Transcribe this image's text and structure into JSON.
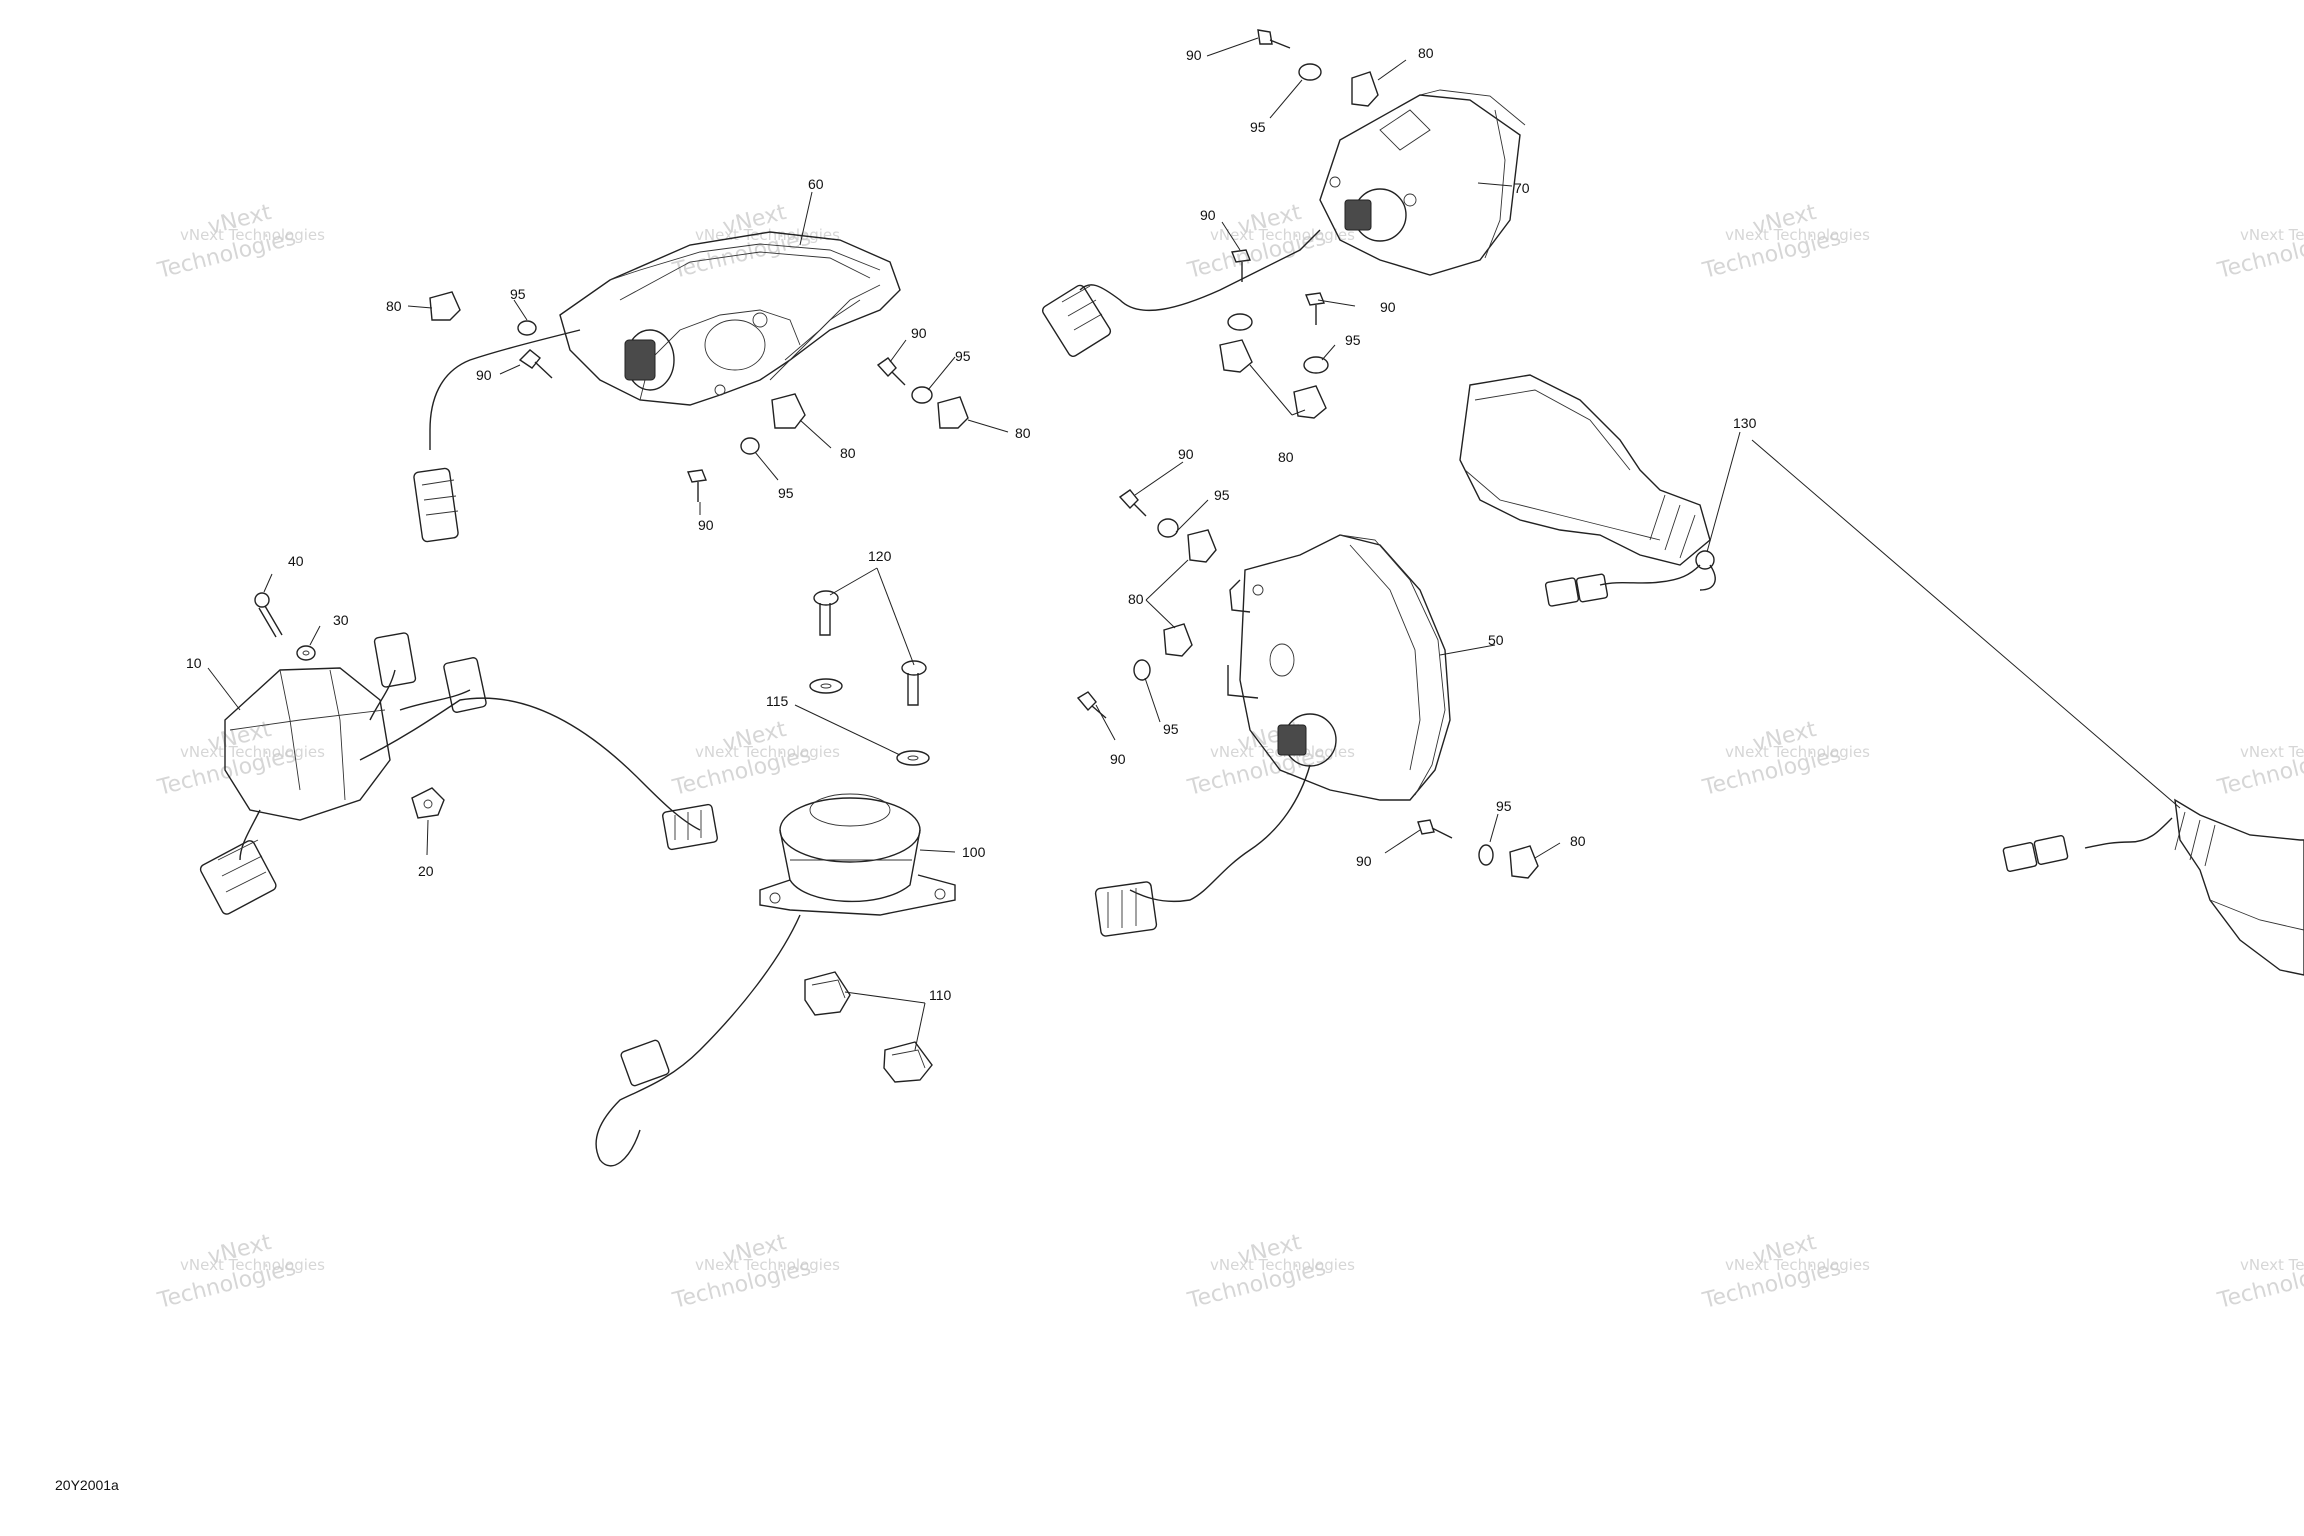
{
  "drawing_code": "20Y2001a",
  "watermark": {
    "line1": "vNext Technologies",
    "line2": "vNext",
    "line3": "Technologies"
  },
  "callouts": {
    "c10": "10",
    "c20": "20",
    "c30": "30",
    "c40": "40",
    "c50": "50",
    "c60": "60",
    "c70": "70",
    "c100": "100",
    "c110": "110",
    "c115": "115",
    "c120": "120",
    "c130": "130",
    "c80": "80",
    "c90": "90",
    "c95": "95"
  },
  "colors": {
    "line": "#222222",
    "watermark": "#c9c9c9",
    "background": "#ffffff"
  }
}
